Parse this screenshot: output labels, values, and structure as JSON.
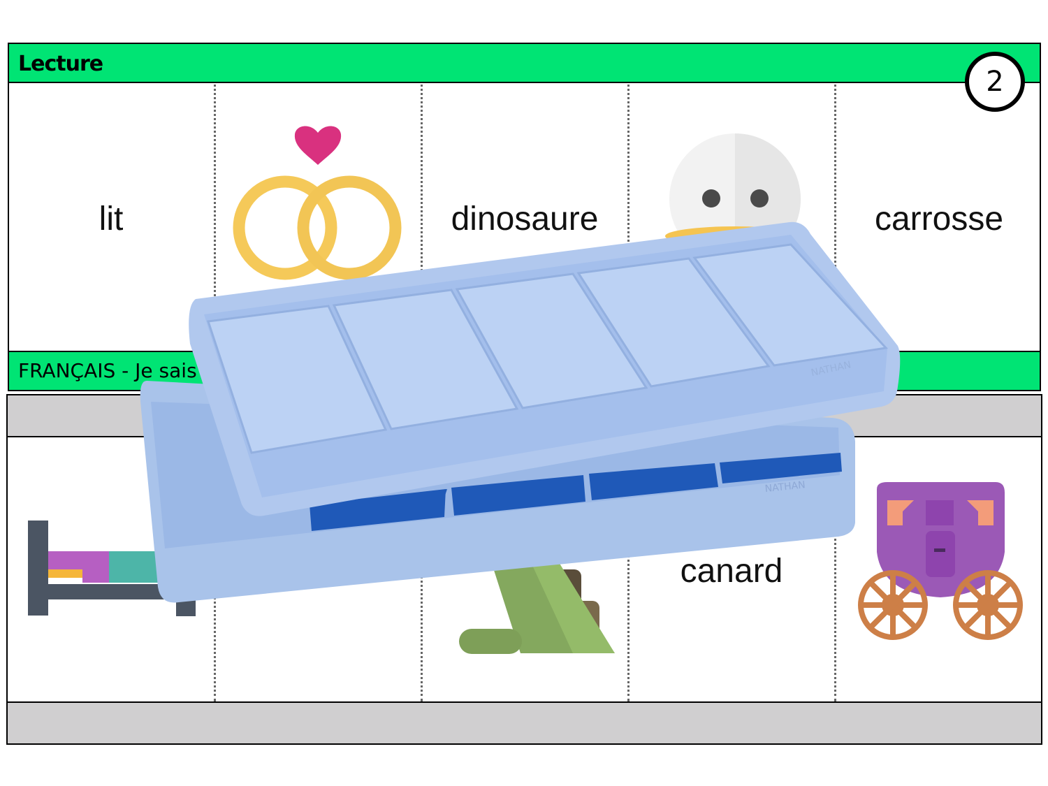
{
  "card1": {
    "header_title": "Lecture",
    "badge_number": "2",
    "footer_text": "FRANÇAIS - Je sais",
    "words": [
      "lit",
      "dinosaure",
      "carrosse"
    ]
  },
  "card2": {
    "words": [
      "canard"
    ]
  },
  "tray": {
    "brand": "NATHAN",
    "color": "#a8c2e8"
  },
  "icons": [
    "wedding-rings-icon",
    "duck-icon",
    "bed-icon",
    "dinosaur-icon",
    "carriage-icon"
  ]
}
